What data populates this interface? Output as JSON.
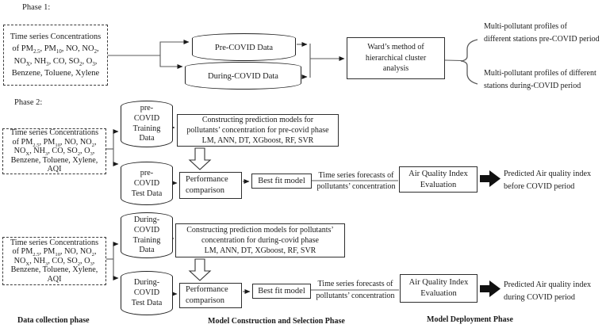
{
  "phase1": {
    "label": "Phase 1:",
    "input_lines": [
      [
        {
          "t": "Time series Concentrations"
        }
      ],
      [
        {
          "t": "of PM"
        },
        {
          "t": "2.5",
          "s": true
        },
        {
          "t": ", PM"
        },
        {
          "t": "10",
          "s": true
        },
        {
          "t": ", NO, NO"
        },
        {
          "t": "2",
          "s": true
        },
        {
          "t": ","
        }
      ],
      [
        {
          "t": "NO"
        },
        {
          "t": "X",
          "s": true
        },
        {
          "t": ", NH"
        },
        {
          "t": "3",
          "s": true
        },
        {
          "t": ", CO, SO"
        },
        {
          "t": "2",
          "s": true
        },
        {
          "t": ", O"
        },
        {
          "t": "3",
          "s": true
        },
        {
          "t": ","
        }
      ],
      [
        {
          "t": "Benzene, Toluene, Xylene"
        }
      ]
    ],
    "cyl_pre": "Pre-COVID Data",
    "cyl_during": "During-COVID Data",
    "ward": "Ward’s method of\nhierarchical cluster\nanalysis",
    "out_pre": "Multi-pollutant profiles of\ndifferent stations pre-COVID period",
    "out_during": "Multi-pollutant profiles of different\nstations during-COVID period"
  },
  "phase2": {
    "label": "Phase 2:",
    "input_lines": [
      [
        {
          "t": "Time series Concentrations"
        }
      ],
      [
        {
          "t": "of PM"
        },
        {
          "t": "2.5",
          "s": true
        },
        {
          "t": ", PM"
        },
        {
          "t": "10",
          "s": true
        },
        {
          "t": ", NO, NO"
        },
        {
          "t": "2",
          "s": true
        },
        {
          "t": ","
        }
      ],
      [
        {
          "t": "NO"
        },
        {
          "t": "X",
          "s": true
        },
        {
          "t": ", NH"
        },
        {
          "t": "3",
          "s": true
        },
        {
          "t": ", CO, SO"
        },
        {
          "t": "2",
          "s": true
        },
        {
          "t": ", O"
        },
        {
          "t": "3",
          "s": true
        },
        {
          "t": ","
        }
      ],
      [
        {
          "t": "Benzene, Toluene, Xylene,"
        }
      ],
      [
        {
          "t": "AQI"
        }
      ]
    ],
    "cyl_train": "pre-\nCOVID\nTraining\nData",
    "cyl_test": "pre-\nCOVID\nTest Data",
    "construct": "Constructing prediction models for\npollutants’ concentration for pre-covid phase\nLM, ANN, DT, XGboost, RF, SVR",
    "performance": "Performance\ncomparison",
    "bestfit": "Best fit model",
    "forecast_top": "Time series forecasts of",
    "forecast_bottom": "pollutants’ concentration",
    "aqi": "Air Quality Index\nEvaluation",
    "predicted": "Predicted Air quality index\nbefore COVID period"
  },
  "phase3": {
    "input_lines": [
      [
        {
          "t": "Time series Concentrations"
        }
      ],
      [
        {
          "t": "of PM"
        },
        {
          "t": "2.5",
          "s": true
        },
        {
          "t": ", PM"
        },
        {
          "t": "10",
          "s": true
        },
        {
          "t": ", NO, NO"
        },
        {
          "t": "2",
          "s": true
        },
        {
          "t": ","
        }
      ],
      [
        {
          "t": "NO"
        },
        {
          "t": "X",
          "s": true
        },
        {
          "t": ", NH"
        },
        {
          "t": "3",
          "s": true
        },
        {
          "t": ", CO, SO"
        },
        {
          "t": "2",
          "s": true
        },
        {
          "t": ", O"
        },
        {
          "t": "3",
          "s": true
        },
        {
          "t": ","
        }
      ],
      [
        {
          "t": "Benzene, Toluene, Xylene,"
        }
      ],
      [
        {
          "t": "AQI"
        }
      ]
    ],
    "cyl_train": "During-\nCOVID\nTraining\nData",
    "cyl_test": "During-\nCOVID\nTest Data",
    "construct": "Constructing prediction models for pollutants’\nconcentration for during-covid phase\nLM, ANN, DT, XGboost, RF, SVR",
    "performance": "Performance\ncomparison",
    "bestfit": "Best fit model",
    "forecast_top": "Time series forecasts of",
    "forecast_bottom": "pollutants’ concentration",
    "aqi": "Air Quality Index\nEvaluation",
    "predicted": "Predicted Air quality index\nduring COVID period"
  },
  "footer": {
    "data_collection": "Data collection phase",
    "model_construction": "Model Construction and Selection Phase",
    "model_deployment": "Model Deployment Phase"
  },
  "colors": {
    "line": "#5a5a5a",
    "border": "#2e2e2e",
    "arrow_fill": "#111111"
  }
}
